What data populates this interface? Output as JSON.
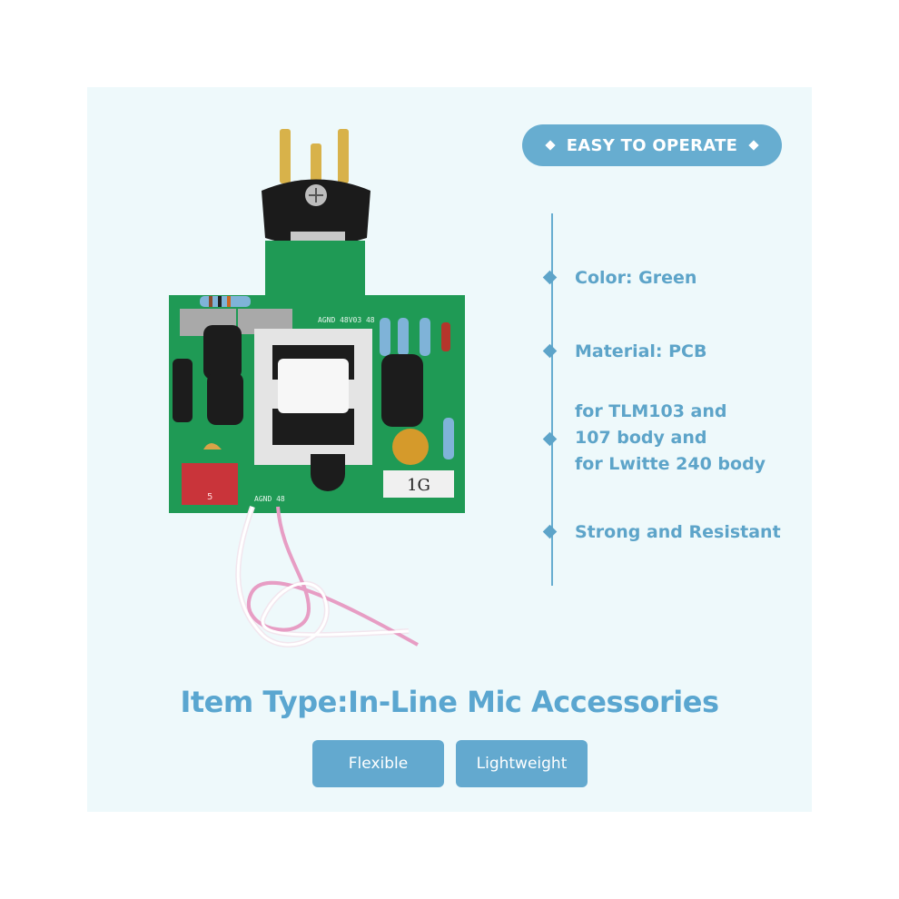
{
  "header": {
    "label": "EASY TO OPERATE"
  },
  "features": [
    {
      "lines": [
        "Color: Green"
      ]
    },
    {
      "lines": [
        "Material: PCB"
      ]
    },
    {
      "lines": [
        "for TLM103 and",
        "107 body and",
        "for Lwitte 240 body"
      ]
    },
    {
      "lines": [
        "Strong and Resistant"
      ]
    }
  ],
  "item_type": "Item Type:In-Line Mic Accessories",
  "tags": [
    "Flexible",
    "Lightweight"
  ],
  "board_labels": {
    "trimmer": "1G",
    "cap": "5",
    "silk_top": "AGND 48V03 48",
    "silk_bottom": "AGND 48"
  },
  "colors": {
    "accent": "#67add0",
    "pcb": "#1f9a55",
    "panel": "#eef9fb"
  },
  "icons": [
    "diamond-bullet-icon"
  ]
}
